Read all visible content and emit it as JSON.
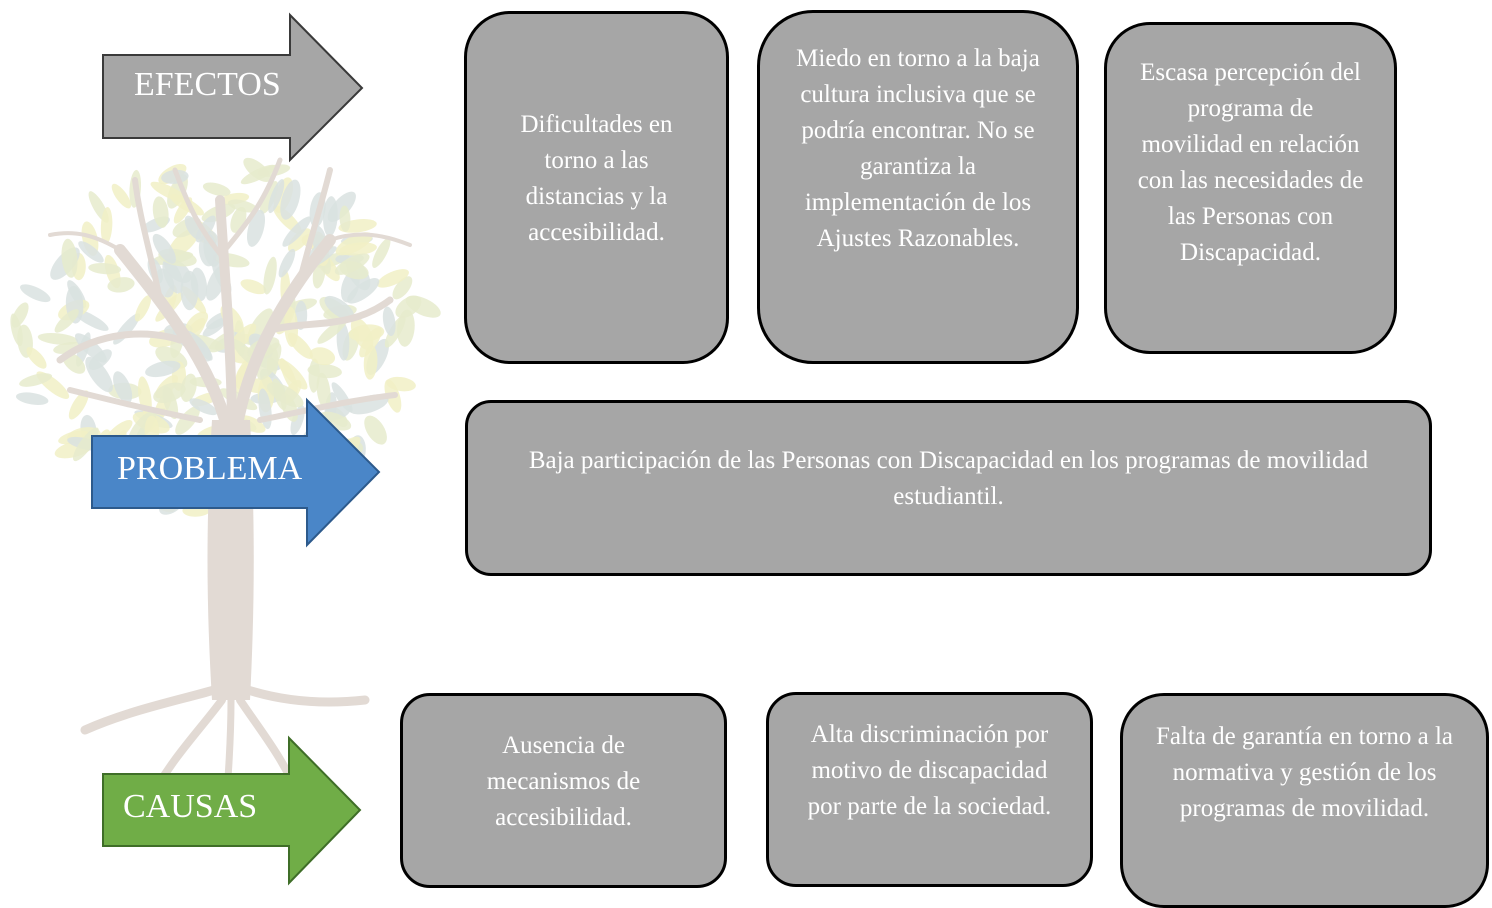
{
  "colors": {
    "box_fill": "#a6a6a6",
    "box_border": "#000000",
    "effects_arrow": "#a6a6a6",
    "problem_arrow": "#4a86c8",
    "causes_arrow": "#70ad47",
    "tree_trunk": "#e2dad4",
    "tree_leaves": [
      "#e6ebcd",
      "#f1f0c6",
      "#d9e2e0"
    ]
  },
  "arrows": {
    "effects": {
      "label": "EFECTOS",
      "color": "#a6a6a6"
    },
    "problem": {
      "label": "PROBLEMA",
      "color": "#4a86c8"
    },
    "causes": {
      "label": "CAUSAS",
      "color": "#70ad47"
    }
  },
  "effects": [
    {
      "text": "Dificultades en torno a las distancias y la accesibilidad."
    },
    {
      "text": "Miedo en torno a la baja cultura inclusiva que se podría encontrar. No se garantiza la implementación de los Ajustes Razonables."
    },
    {
      "text": "Escasa percepción del programa de movilidad en relación con las necesidades de las Personas con Discapacidad."
    }
  ],
  "problem": {
    "text": "Baja participación de las Personas con Discapacidad en los programas de movilidad estudiantil."
  },
  "causes": [
    {
      "text": "Ausencia de mecanismos de accesibilidad."
    },
    {
      "text": "Alta discriminación por motivo de discapacidad por parte de la sociedad."
    },
    {
      "text": "Falta de garantía en torno a la normativa y gestión de los programas de movilidad."
    }
  ]
}
